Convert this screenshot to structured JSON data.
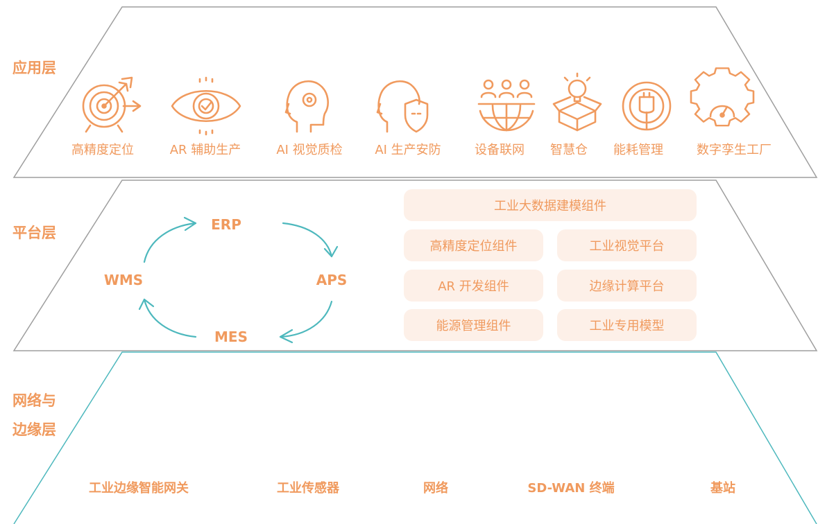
{
  "layers": {
    "application": {
      "label": "应用层",
      "items": [
        {
          "label": "高精度定位",
          "icon": "target-arrow-icon"
        },
        {
          "label": "AR 辅助生产",
          "icon": "eye-icon"
        },
        {
          "label": "AI 视觉质检",
          "icon": "ai-head-icon"
        },
        {
          "label": "AI 生产安防",
          "icon": "shield-head-icon"
        },
        {
          "label": "设备联网",
          "icon": "people-network-icon"
        },
        {
          "label": "智慧仓",
          "icon": "box-idea-icon"
        },
        {
          "label": "能耗管理",
          "icon": "energy-plug-icon"
        },
        {
          "label": "数字孪生工厂",
          "icon": "gear-gauge-icon"
        }
      ]
    },
    "platform": {
      "label": "平台层",
      "cycle": {
        "top": "ERP",
        "right": "APS",
        "bottom": "MES",
        "left": "WMS"
      },
      "components": {
        "wide": "工业大数据建模组件",
        "left": [
          "高精度定位组件",
          "AR 开发组件",
          "能源管理组件"
        ],
        "right": [
          "工业视觉平台",
          "边缘计算平台",
          "工业专用模型"
        ]
      }
    },
    "network": {
      "label_line1": "网络与",
      "label_line2": "边缘层",
      "items": [
        "工业边缘智能网关",
        "工业传感器",
        "网络",
        "SD-WAN 终端",
        "基站"
      ]
    }
  },
  "colors": {
    "accent": "#F09A5E",
    "teal": "#4DB8BD",
    "outline": "#9E9E9E",
    "pill_bg": "#FDF0E8"
  }
}
